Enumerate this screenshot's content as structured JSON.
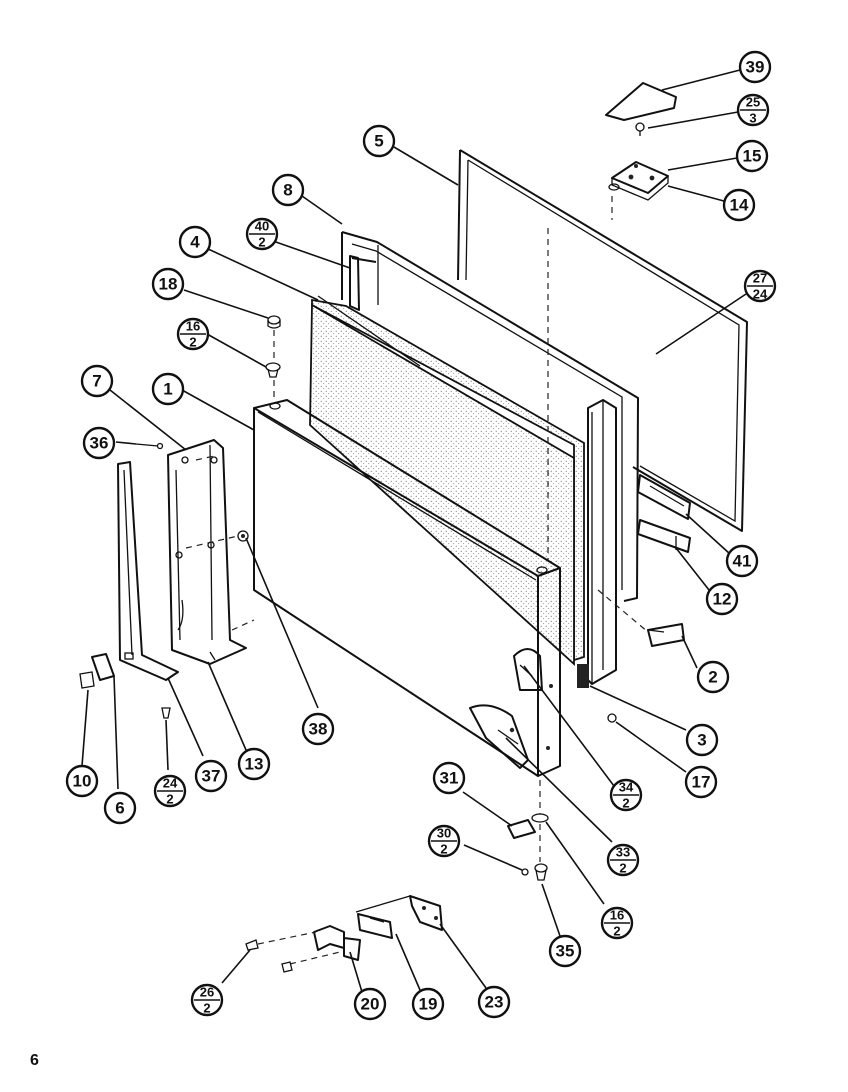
{
  "page_number": "6",
  "callouts": [
    {
      "id": "c39",
      "label": "39"
    },
    {
      "id": "c25",
      "num": "25",
      "den": "3"
    },
    {
      "id": "c15",
      "label": "15"
    },
    {
      "id": "c14",
      "label": "14"
    },
    {
      "id": "c5",
      "label": "5"
    },
    {
      "id": "c8",
      "label": "8"
    },
    {
      "id": "c40",
      "num": "40",
      "den": "2"
    },
    {
      "id": "c4",
      "label": "4"
    },
    {
      "id": "c27",
      "num": "27",
      "den": "24"
    },
    {
      "id": "c18",
      "label": "18"
    },
    {
      "id": "c16a",
      "num": "16",
      "den": "2"
    },
    {
      "id": "c7",
      "label": "7"
    },
    {
      "id": "c1",
      "label": "1"
    },
    {
      "id": "c36",
      "label": "36"
    },
    {
      "id": "c41",
      "label": "41"
    },
    {
      "id": "c12",
      "label": "12"
    },
    {
      "id": "c2",
      "label": "2"
    },
    {
      "id": "c3",
      "label": "3"
    },
    {
      "id": "c17",
      "label": "17"
    },
    {
      "id": "c34",
      "num": "34",
      "den": "2"
    },
    {
      "id": "c38",
      "label": "38"
    },
    {
      "id": "c13",
      "label": "13"
    },
    {
      "id": "c37",
      "label": "37"
    },
    {
      "id": "c24",
      "num": "24",
      "den": "2"
    },
    {
      "id": "c6",
      "label": "6"
    },
    {
      "id": "c10",
      "label": "10"
    },
    {
      "id": "c31",
      "label": "31"
    },
    {
      "id": "c33",
      "num": "33",
      "den": "2"
    },
    {
      "id": "c30",
      "num": "30",
      "den": "2"
    },
    {
      "id": "c16b",
      "num": "16",
      "den": "2"
    },
    {
      "id": "c35",
      "label": "35"
    },
    {
      "id": "c26",
      "num": "26",
      "den": "2"
    },
    {
      "id": "c20",
      "label": "20"
    },
    {
      "id": "c19",
      "label": "19"
    },
    {
      "id": "c23",
      "label": "23"
    }
  ]
}
